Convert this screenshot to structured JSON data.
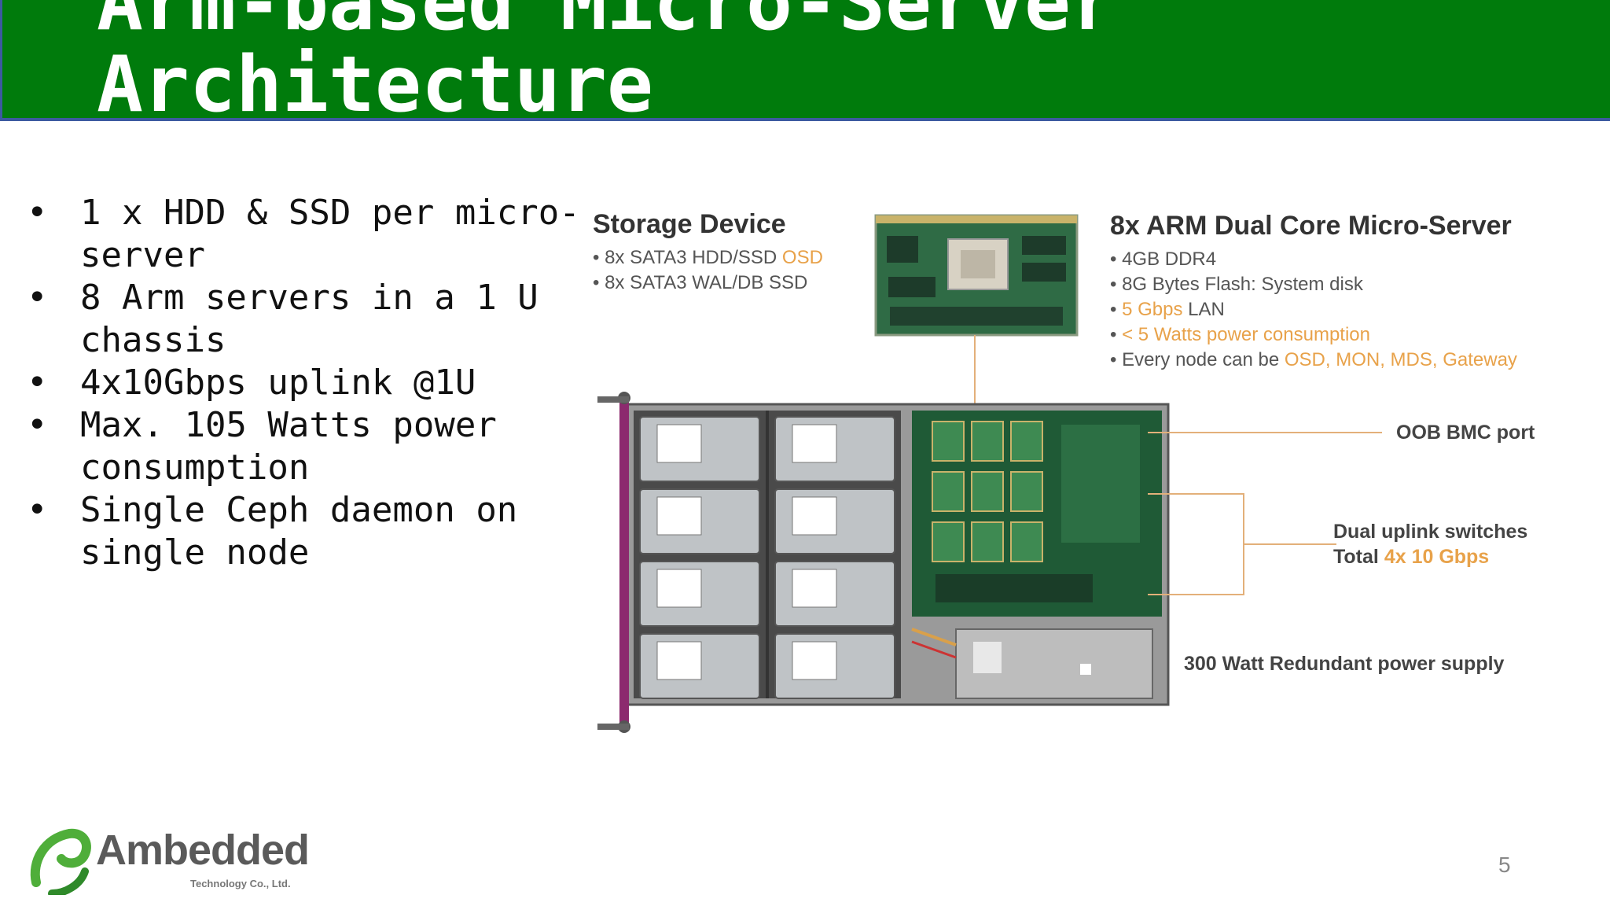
{
  "slide": {
    "title": "Arm-based Micro-Server\nArchitecture",
    "bullets": [
      "1 x HDD & SSD per micro-server",
      "8 Arm servers in a 1 U chassis",
      "4x10Gbps uplink @1U",
      "Max. 105 Watts power consumption",
      "Single Ceph daemon on single node"
    ],
    "page_number": "5"
  },
  "figure": {
    "storage": {
      "heading": "Storage Device",
      "line1_pre": "• 8x SATA3 HDD/SSD ",
      "line1_hl": "OSD",
      "line2": "• 8x SATA3 WAL/DB SSD"
    },
    "micro_server": {
      "heading": "8x ARM Dual Core Micro-Server",
      "line1": "• 4GB DDR4",
      "line2": "• 8G Bytes Flash: System disk",
      "line3_pre": "• ",
      "line3_hl": "5 Gbps",
      "line3_post": " LAN",
      "line4_pre": "• ",
      "line4_hl": "< 5 Watts power consumption",
      "line5_pre": "• Every node can be ",
      "line5_hl": "OSD, MON, MDS, Gateway"
    },
    "callouts": {
      "oob": "OOB BMC port",
      "uplink_line1": "Dual uplink switches",
      "uplink_pre": "Total ",
      "uplink_hl": "4x 10 Gbps",
      "psu": "300 Watt Redundant power supply"
    }
  },
  "logo": {
    "name": "Ambedded",
    "subtitle": "Technology Co., Ltd."
  },
  "colors": {
    "banner": "#007b0c",
    "banner_border": "#3c5aa0",
    "highlight": "#e8a24a",
    "chassis_handle": "#8c2a6e",
    "logo_green": "#4fae3a"
  }
}
